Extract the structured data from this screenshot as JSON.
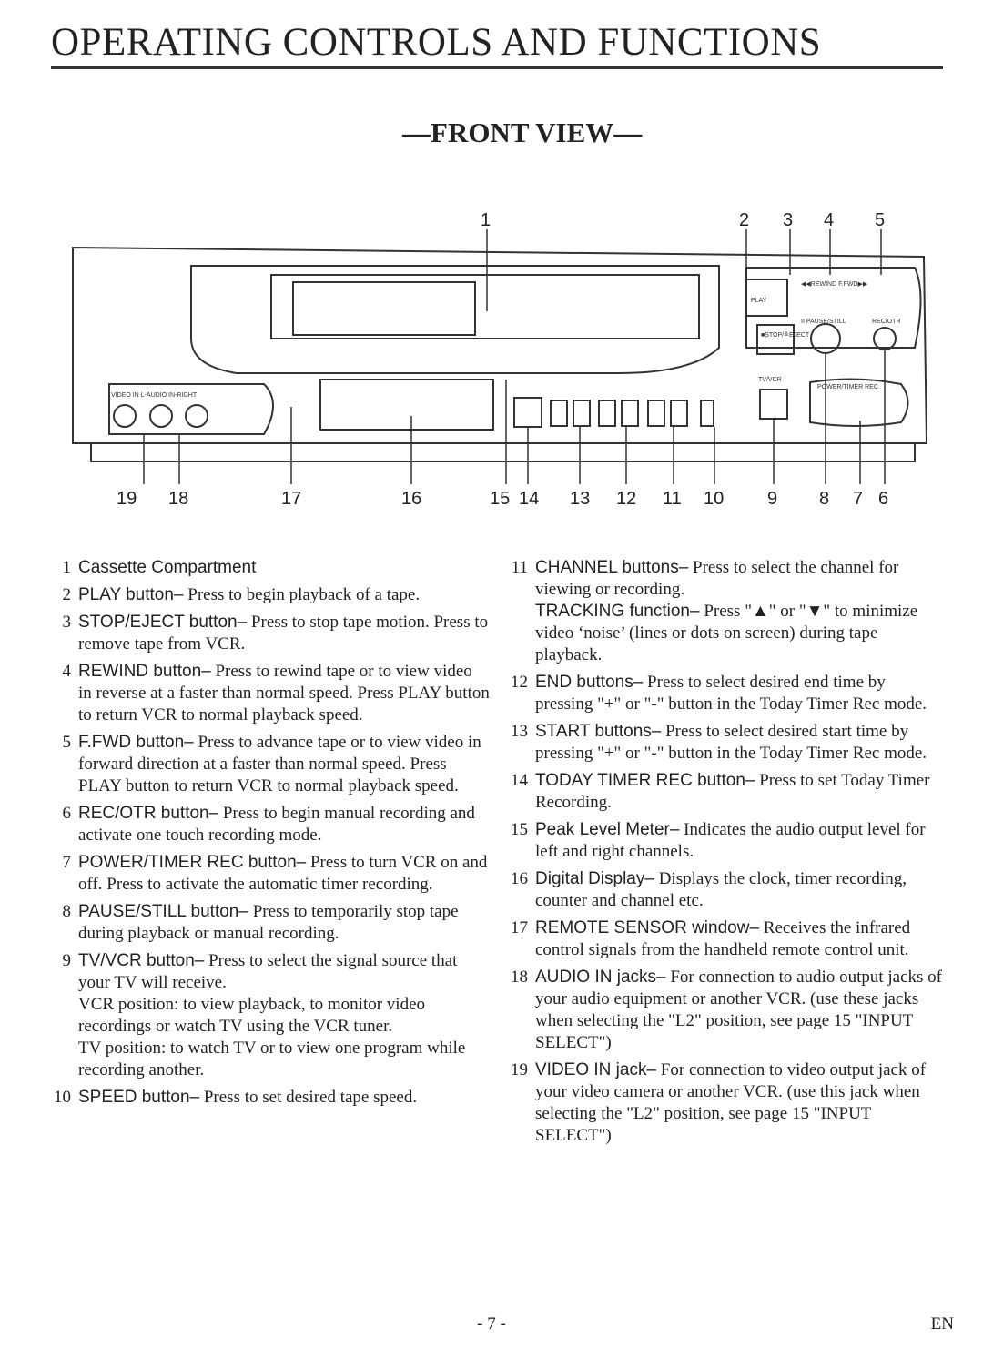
{
  "page": {
    "title": "OPERATING CONTROLS AND FUNCTIONS",
    "subtitle": "FRONT VIEW",
    "page_number": "- 7 -",
    "language": "EN"
  },
  "diagram": {
    "callouts_top": [
      "1",
      "2",
      "3",
      "4",
      "5"
    ],
    "callouts_bottom": [
      "19",
      "18",
      "17",
      "16",
      "15",
      "14",
      "13",
      "12",
      "11",
      "10",
      "9",
      "8",
      "7",
      "6"
    ],
    "panel_labels": {
      "play": "PLAY",
      "stop_eject": "■STOP/≜EJECT",
      "rewind_ffwd": "◀◀REWIND  F.FWD▶▶",
      "pause_still": "II PAUSE/STILL",
      "rec_otr": "REC/OTR",
      "tv_vcr": "TV/VCR",
      "power_timer": "POWER/TIMER REC",
      "inputs": "VIDEO IN   L-AUDIO IN-RIGHT"
    }
  },
  "items_left": [
    {
      "num": "1",
      "term": "Cassette Compartment",
      "desc": ""
    },
    {
      "num": "2",
      "term": "PLAY button–",
      "desc": " Press to begin playback of a tape."
    },
    {
      "num": "3",
      "term": "STOP/EJECT button–",
      "desc": " Press to stop tape motion. Press to remove tape from VCR."
    },
    {
      "num": "4",
      "term": "REWIND button–",
      "desc": " Press to rewind tape or to view video in reverse at a faster than normal speed. Press PLAY button to return VCR to normal playback speed."
    },
    {
      "num": "5",
      "term": "F.FWD button–",
      "desc": " Press to advance tape or to view video in forward direction at a faster than normal speed. Press PLAY button to return VCR to normal playback speed."
    },
    {
      "num": "6",
      "term": "REC/OTR button–",
      "desc": " Press to begin manual recording and activate one touch recording mode."
    },
    {
      "num": "7",
      "term": "POWER/TIMER REC button–",
      "desc": " Press to turn VCR on and off. Press to activate the automatic timer recording."
    },
    {
      "num": "8",
      "term": "PAUSE/STILL button–",
      "desc": " Press to temporarily stop tape during playback or manual recording."
    },
    {
      "num": "9",
      "term": "TV/VCR button–",
      "desc": " Press to select the signal source that your TV will receive.",
      "sub": [
        "VCR position: to view playback, to monitor video recordings or watch TV using the VCR tuner.",
        "TV position: to watch TV or to view one program while recording another."
      ]
    },
    {
      "num": "10",
      "term": "SPEED button–",
      "desc": " Press to set desired tape speed."
    }
  ],
  "items_right": [
    {
      "num": "11",
      "term": "CHANNEL buttons–",
      "desc": " Press to select the channel for viewing or recording.",
      "sub_term": "TRACKING function–",
      "sub_desc": " Press \"▲\" or \"▼\" to minimize video ‘noise’ (lines or dots on screen) during tape playback."
    },
    {
      "num": "12",
      "term": "END buttons–",
      "desc": " Press to select desired end time by pressing \"+\" or \"-\" button in the Today Timer Rec mode."
    },
    {
      "num": "13",
      "term": "START buttons–",
      "desc": " Press to select desired start time by pressing \"+\" or \"-\" button in the Today Timer Rec mode."
    },
    {
      "num": "14",
      "term": "TODAY TIMER REC button–",
      "desc": " Press to set Today Timer Recording."
    },
    {
      "num": "15",
      "term": "Peak Level Meter–",
      "desc": " Indicates the audio output level for left and right channels."
    },
    {
      "num": "16",
      "term": "Digital Display–",
      "desc": " Displays the clock, timer recording, counter and channel etc."
    },
    {
      "num": "17",
      "term": "REMOTE SENSOR window–",
      "desc": " Receives the infrared control signals from the handheld remote control unit."
    },
    {
      "num": "18",
      "term": "AUDIO IN jacks–",
      "desc": " For connection to audio output jacks of your audio equipment or another VCR. (use these jacks when selecting the \"L2\" position, see page 15 \"INPUT SELECT\")"
    },
    {
      "num": "19",
      "term": "VIDEO IN jack–",
      "desc": " For connection to video output jack of your video camera or another VCR. (use this jack when selecting the \"L2\" position, see page 15 \"INPUT SELECT\")"
    }
  ]
}
